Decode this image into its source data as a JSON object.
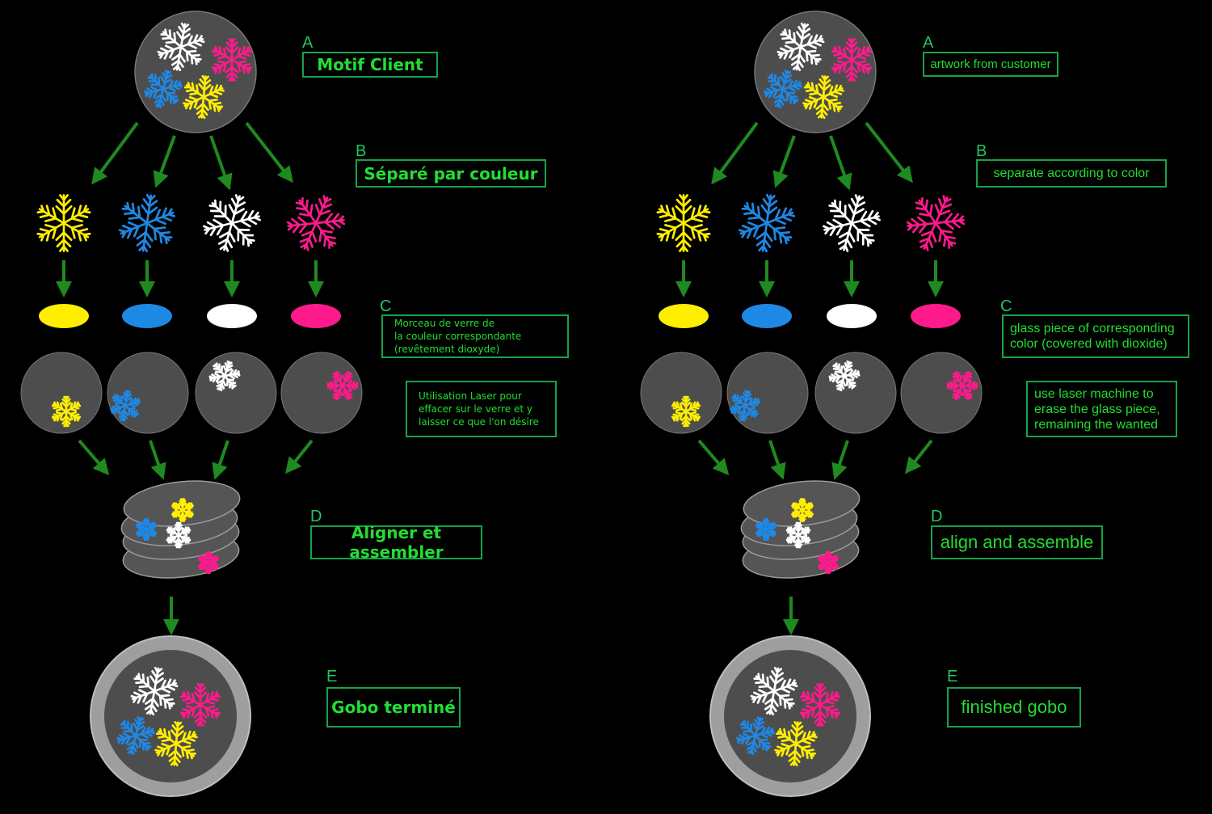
{
  "colors": {
    "background": "#000000",
    "arrow": "#1f8a1f",
    "label_text": "#22dd33",
    "label_border": "#16a34a",
    "yellow": "#ffee00",
    "blue": "#1e88e5",
    "white": "#ffffff",
    "magenta": "#ff1a8c",
    "glass": "#4d4d4d",
    "gobo_ring": "#9e9e9e"
  },
  "icons": [
    "snowflake-icon"
  ],
  "panels": [
    {
      "lang": "fr",
      "steps": {
        "a": {
          "letter": "A",
          "label": "Motif Client"
        },
        "b": {
          "letter": "B",
          "label": "Séparé par couleur"
        },
        "c": {
          "letter": "C",
          "label": "Morceau de verre de\nla couleur correspondante\n(revêtement dioxyde)",
          "label2": "Utilisation Laser pour\neffacer sur le verre et y\nlaisser ce que l'on désire"
        },
        "d": {
          "letter": "D",
          "label": "Aligner et assembler"
        },
        "e": {
          "letter": "E",
          "label": "Gobo terminé"
        }
      }
    },
    {
      "lang": "en",
      "steps": {
        "a": {
          "letter": "A",
          "label": "artwork from customer"
        },
        "b": {
          "letter": "B",
          "label": "separate according to color"
        },
        "c": {
          "letter": "C",
          "label": "glass piece of corresponding\ncolor (covered with dioxide)",
          "label2": "use laser machine to\nerase the glass piece,\nremaining the wanted"
        },
        "d": {
          "letter": "D",
          "label": "align and assemble"
        },
        "e": {
          "letter": "E",
          "label": "finished gobo"
        }
      }
    }
  ]
}
